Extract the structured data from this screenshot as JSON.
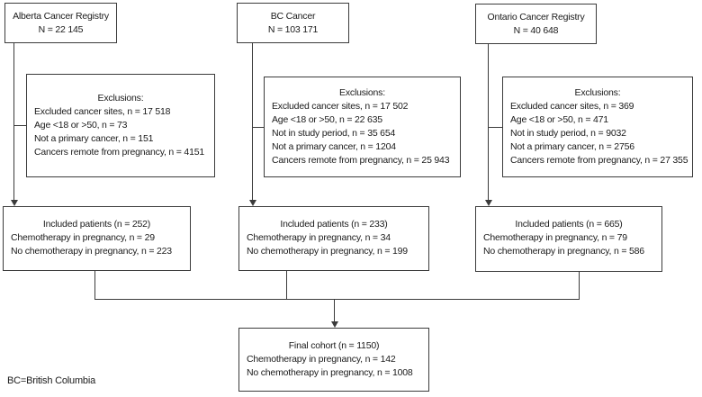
{
  "figure": {
    "type": "flow-diagram",
    "footnote": "BC=British Columbia",
    "colors": {
      "border": "#3b3b3b",
      "text": "#1a1a1a",
      "background": "#ffffff"
    },
    "columns": [
      {
        "name": "Alberta",
        "registry": {
          "title": "Alberta Cancer Registry",
          "n": "N = 22 145"
        },
        "exclusions": {
          "title": "Exclusions:",
          "items": [
            "Excluded cancer sites, n = 17 518",
            "Age <18 or >50, n = 73",
            "Not a primary cancer, n = 151",
            "Cancers remote from pregnancy, n = 4151"
          ]
        },
        "included": {
          "title": "Included patients (n = 252)",
          "chemo": "Chemotherapy in pregnancy, n = 29",
          "no_chemo": "No chemotherapy in pregnancy, n = 223"
        }
      },
      {
        "name": "BC",
        "registry": {
          "title": "BC Cancer",
          "n": "N = 103 171"
        },
        "exclusions": {
          "title": "Exclusions:",
          "items": [
            "Excluded cancer sites, n = 17 502",
            "Age <18 or >50, n = 22 635",
            "Not in study period, n = 35 654",
            "Not a primary cancer, n = 1204",
            "Cancers remote from pregnancy, n = 25 943"
          ]
        },
        "included": {
          "title": "Included patients (n = 233)",
          "chemo": "Chemotherapy in pregnancy, n = 34",
          "no_chemo": "No chemotherapy in pregnancy, n = 199"
        }
      },
      {
        "name": "Ontario",
        "registry": {
          "title": "Ontario Cancer Registry",
          "n": "N = 40 648"
        },
        "exclusions": {
          "title": "Exclusions:",
          "items": [
            "Excluded cancer sites, n = 369",
            "Age <18 or >50, n = 471",
            "Not in study period, n = 9032",
            "Not a primary cancer, n = 2756",
            "Cancers remote from pregnancy, n = 27 355"
          ]
        },
        "included": {
          "title": "Included patients (n = 665)",
          "chemo": "Chemotherapy in pregnancy, n = 79",
          "no_chemo": "No chemotherapy in pregnancy, n = 586"
        }
      }
    ],
    "final": {
      "title": "Final cohort (n = 1150)",
      "chemo": "Chemotherapy in pregnancy, n = 142",
      "no_chemo": "No chemotherapy in pregnancy, n = 1008"
    }
  }
}
